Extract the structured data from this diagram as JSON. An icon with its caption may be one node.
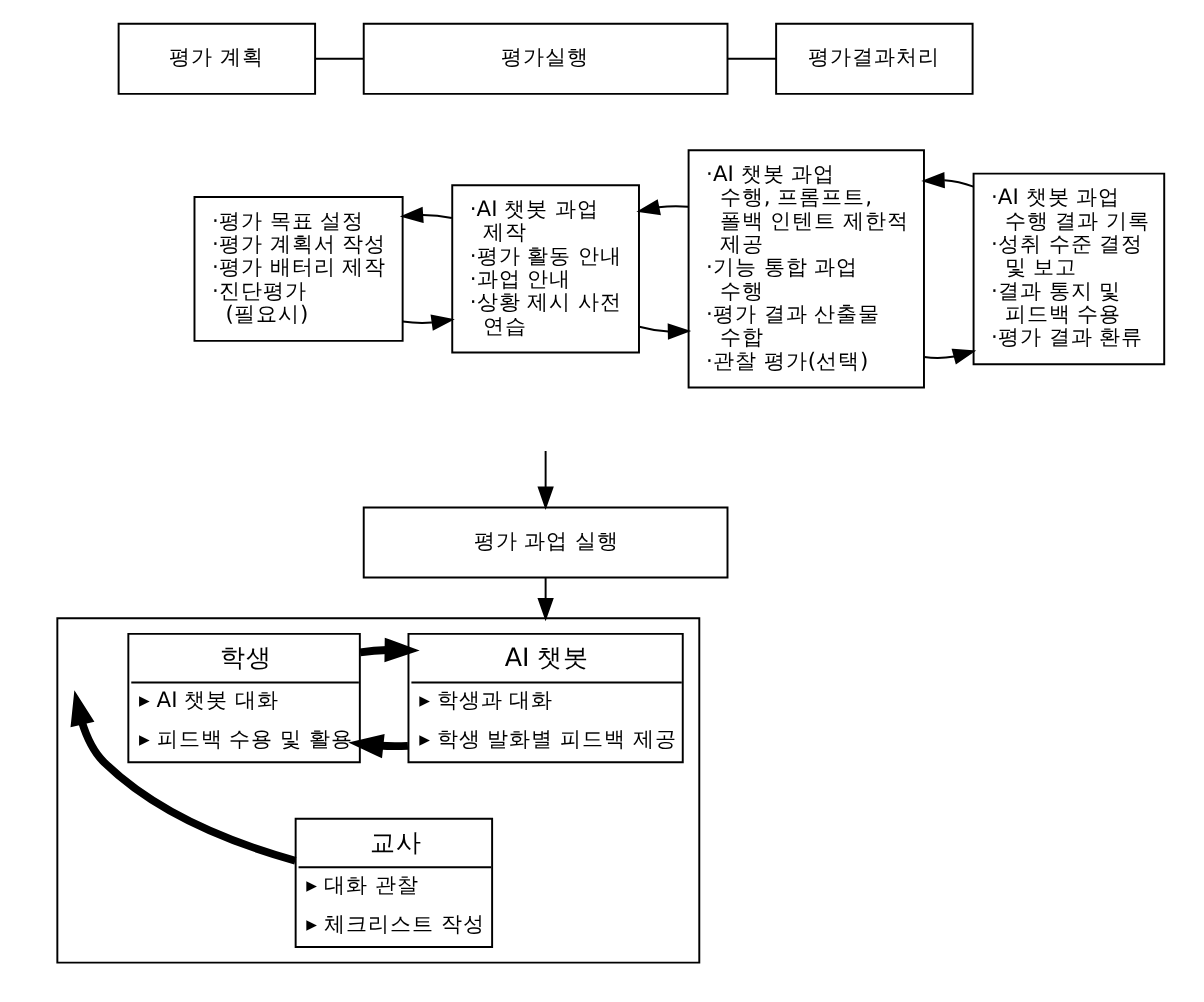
{
  "diagram": {
    "nodes": [
      {
        "text": [
          "평가 계획"
        ]
      },
      {
        "text": [
          "평가실행"
        ]
      },
      {
        "text": [
          "평가결과처리"
        ]
      },
      {
        "text": [
          "·평가 목표 설정",
          "·평가 계획서 작성",
          "·평가 배터리 제작",
          "·진단평가 (필요시)"
        ]
      },
      {
        "text": [
          "·AI 챗봇 과업 제작",
          "·평가 활동 안내",
          "·과업 안내",
          "·상황 제시 사전 연습"
        ]
      },
      {
        "text": [
          "·AI 챗봇 과업 수행, 프롬프트, 폴백 인텐트 제한적 제공",
          "·기능 통합 과업 수행",
          "·평가 결과 산출물 수합",
          "·관찰 평가(선택)"
        ]
      },
      {
        "text": [
          "·AI 챗봇 과업 수행 결과 기록",
          "·성취 수준 결정 및 보고",
          "·결과 통지 및 피드백 수용",
          "·평가 결과 환류"
        ]
      },
      {
        "text": [
          "평가 과업 실행"
        ]
      },
      {
        "text": [],
        "shape": "box"
      },
      {
        "text": [
          "AI 챗봇",
          "▸ 학생과 대화",
          "▸ 학생 발화별 피드백 제공"
        ],
        "in": 8
      },
      {
        "text": [
          "학생",
          "▸ AI 챗봇 대화",
          "▸ 피드백 수용 및 활용"
        ],
        "in": 8
      },
      {
        "text": [
          "교사",
          "▸ 대화 관찰",
          "▸ 체크리스트 작성"
        ],
        "in": 8
      }
    ],
    "edges": [
      {
        "from": 0,
        "to": 1,
        "arrow": "none"
      },
      {
        "from": 1,
        "to": 2,
        "arrow": "none"
      },
      {
        "from": 3,
        "to": 4,
        "arrow": "to"
      },
      {
        "from": 4,
        "to": 5,
        "arrow": "to"
      },
      {
        "from": 5,
        "to": 6,
        "arrow": "to"
      },
      {
        "from": 6,
        "to": 5,
        "arrow": "to"
      },
      {
        "from": 5,
        "to": 4,
        "arrow": "to"
      },
      {
        "from": 4,
        "to": 3,
        "arrow": "to"
      },
      {
        "from": null,
        "to": 7,
        "arrow": "to"
      },
      {
        "from": 7,
        "to": 8,
        "arrow": "to"
      },
      {
        "from": 9,
        "to": 10,
        "arrow": "to",
        "style": "thick"
      },
      {
        "from": 10,
        "to": 9,
        "arrow": "to",
        "style": "thick"
      },
      {
        "from": 11,
        "to": null,
        "arrow": "to",
        "style": "thick"
      }
    ]
  }
}
